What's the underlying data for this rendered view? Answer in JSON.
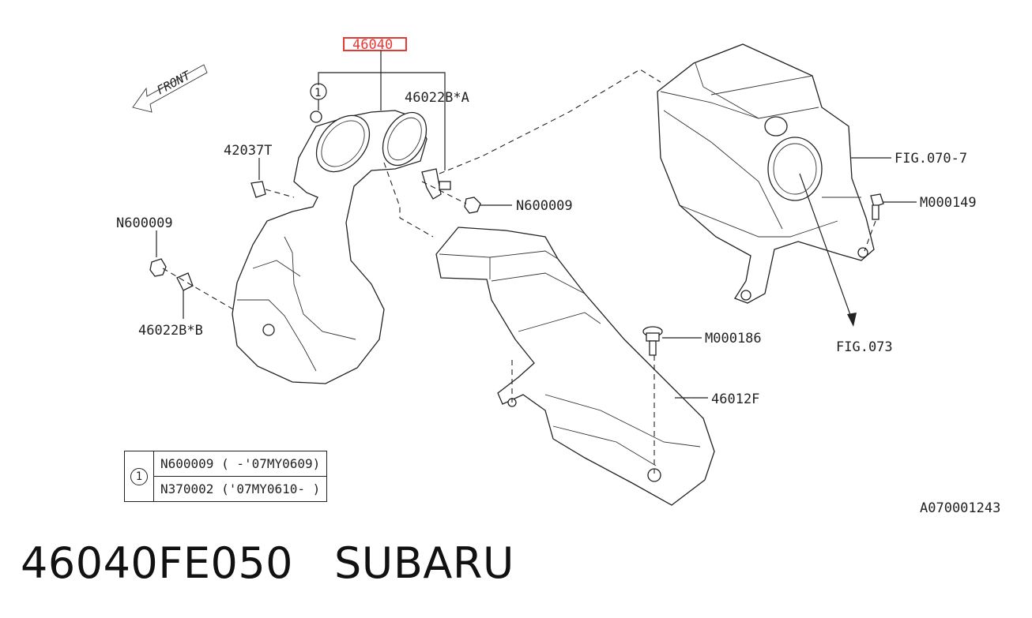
{
  "diagram": {
    "highlighted_part": "46040",
    "direction_label": "FRONT",
    "callout_marker": "1",
    "labels": {
      "p46022b_a": "46022B*A",
      "p42037t": "42037T",
      "p_n600009_right": "N600009",
      "p_n600009_left": "N600009",
      "p46022b_b": "46022B*B",
      "fig070_7": "FIG.070-7",
      "m000149": "M000149",
      "m000186": "M000186",
      "fig073": "FIG.073",
      "p46012f": "46012F"
    },
    "note_table": {
      "marker": "1",
      "rows": [
        {
          "part": "N600009",
          "range": "( -'07MY0609)"
        },
        {
          "part": "N370002",
          "range": "('07MY0610- )"
        }
      ]
    },
    "reference_code": "A070001243"
  },
  "footer": {
    "part_number": "46040FE050",
    "brand": "SUBARU"
  },
  "colors": {
    "highlight": "#e53935",
    "line": "#222222"
  }
}
